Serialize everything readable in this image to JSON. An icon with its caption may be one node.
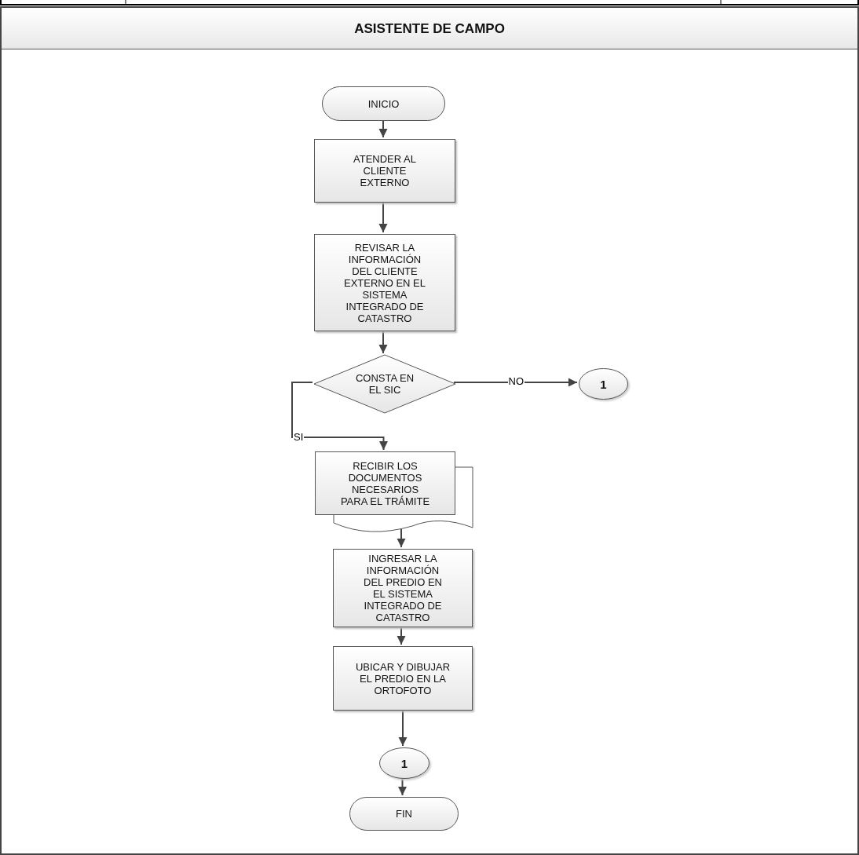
{
  "diagram": {
    "nodes": [
      {
        "text": [
          "ASISTENTE DE CAMPO"
        ]
      },
      {
        "text": [
          "INICIO"
        ],
        "in": 0
      },
      {
        "text": [
          "ATENDER AL CLIENTE EXTERNO"
        ],
        "in": 0
      },
      {
        "text": [
          "REVISAR LA INFORMACIÓN DEL CLIENTE EXTERNO EN EL SISTEMA INTEGRADO DE CATASTRO"
        ],
        "in": 0
      },
      {
        "text": [
          "CONSTA EN EL SIC"
        ],
        "in": 0
      },
      {
        "text": [
          "1"
        ],
        "in": 0
      },
      {
        "text": [
          "RECIBIR LOS DOCUMENTOS NECESARIOS PARA EL TRÁMITE"
        ],
        "in": 0
      },
      {
        "text": [
          "INGRESAR LA INFORMACIÓN DEL PREDIO EN EL SISTEMA INTEGRADO DE CATASTRO"
        ],
        "in": 0
      },
      {
        "text": [
          "UBICAR Y DIBUJAR EL PREDIO EN LA ORTOFOTO"
        ],
        "in": 0
      },
      {
        "text": [
          "1"
        ],
        "in": 0
      },
      {
        "text": [
          "FIN"
        ],
        "in": 0
      }
    ],
    "edges": [
      {
        "from": 1,
        "to": 2,
        "arrow": "to"
      },
      {
        "from": 2,
        "to": 3,
        "arrow": "to"
      },
      {
        "from": 3,
        "to": 4,
        "arrow": "to"
      },
      {
        "from": 4,
        "to": 5,
        "arrow": "to",
        "label": "NO"
      },
      {
        "from": 4,
        "to": 6,
        "arrow": "to",
        "label": "SI"
      },
      {
        "from": 6,
        "to": 7,
        "arrow": "to"
      },
      {
        "from": 7,
        "to": 8,
        "arrow": "to"
      },
      {
        "from": 8,
        "to": 9,
        "arrow": "to"
      },
      {
        "from": 9,
        "to": 10,
        "arrow": "to"
      }
    ]
  }
}
